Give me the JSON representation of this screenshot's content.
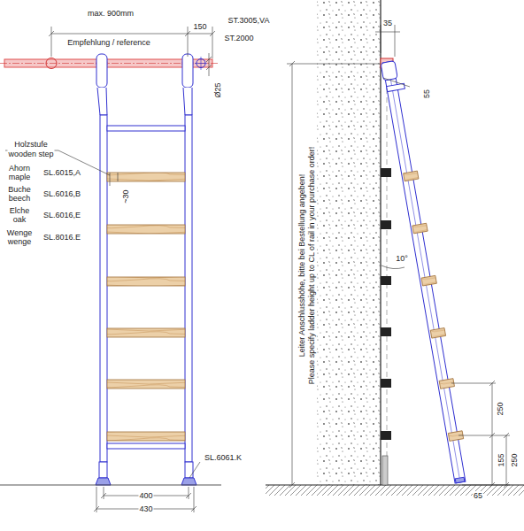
{
  "diagram": {
    "labels": [
      "max. 900mm",
      "Empfehlung / reference",
      "150",
      "ST.3005,VA",
      "ST.2000",
      "Ø25",
      "Holzstufe",
      "wooden step",
      "~30",
      "Ahorn",
      "maple",
      "SL.6015,A",
      "Buche",
      "beech",
      "SL.6016,B",
      "Elche",
      "oak",
      "SL.6016,E",
      "Wenge",
      "wenge",
      "SL.8016.E",
      "SL.6061.K",
      "400",
      "430",
      "35",
      "55",
      "10°",
      "250",
      "155",
      "250",
      "65",
      "Leiter Anschlusshöhe, bitte bei Bestellung angeben!",
      "Please specify ladder height up to CL of rail in your purchase order!"
    ]
  }
}
